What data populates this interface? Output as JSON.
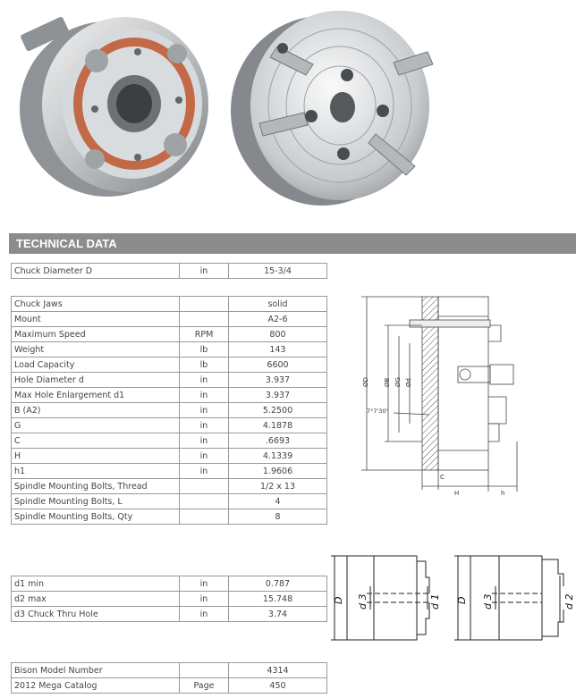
{
  "header": {
    "title": "TECHNICAL DATA"
  },
  "table1": [
    {
      "label": "Chuck Diameter D",
      "unit": "in",
      "value": "15-3/4"
    }
  ],
  "table2": [
    {
      "label": "Chuck Jaws",
      "unit": "",
      "value": "solid"
    },
    {
      "label": "Mount",
      "unit": "",
      "value": "A2-6"
    },
    {
      "label": "Maximum Speed",
      "unit": "RPM",
      "value": "800"
    },
    {
      "label": "Weight",
      "unit": "lb",
      "value": "143"
    },
    {
      "label": "Load Capacity",
      "unit": "lb",
      "value": "6600"
    },
    {
      "label": "Hole Diameter d",
      "unit": "in",
      "value": "3.937"
    },
    {
      "label": "Max Hole Enlargement d1",
      "unit": "in",
      "value": "3.937"
    },
    {
      "label": "B (A2)",
      "unit": "in",
      "value": "5.2500"
    },
    {
      "label": "G",
      "unit": "in",
      "value": "4.1878"
    },
    {
      "label": "C",
      "unit": "in",
      "value": ".6693"
    },
    {
      "label": "H",
      "unit": "in",
      "value": "4.1339"
    },
    {
      "label": "h1",
      "unit": "in",
      "value": "1.9606"
    },
    {
      "label": "Spindle Mounting Bolts, Thread",
      "unit": "",
      "value": "1/2 x 13"
    },
    {
      "label": "Spindle Mounting Bolts, L",
      "unit": "",
      "value": "4"
    },
    {
      "label": "Spindle Mounting Bolts, Qty",
      "unit": "",
      "value": "8"
    }
  ],
  "table3": [
    {
      "label": "d1 min",
      "unit": "in",
      "value": "0.787"
    },
    {
      "label": "d2 max",
      "unit": "in",
      "value": "15.748"
    },
    {
      "label": "d3 Chuck Thru Hole",
      "unit": "in",
      "value": "3.74"
    }
  ],
  "table4": [
    {
      "label": "Bison Model Number",
      "unit": "",
      "value": "4314"
    },
    {
      "label": "2012 Mega Catalog",
      "unit": "Page",
      "value": "450"
    }
  ],
  "drawing_main": {
    "labels": {
      "D": "ØD",
      "B": "ØB",
      "G": "ØG",
      "d": "Ød",
      "angle": "7°7'30\"",
      "C": "C",
      "H": "H",
      "h": "h"
    }
  },
  "drawing_small": {
    "left": {
      "D": "D",
      "d3": "d 3",
      "d1": "d 1"
    },
    "right": {
      "D": "D",
      "d3": "d 3",
      "d2": "d 2"
    }
  }
}
